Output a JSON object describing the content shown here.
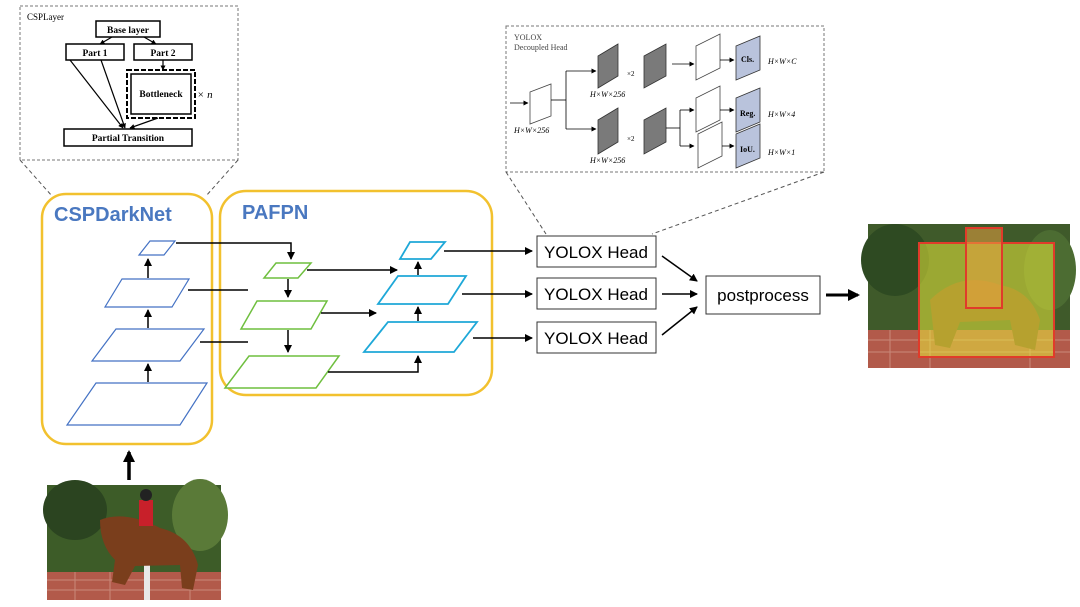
{
  "colors": {
    "backbone_blue": "#4472c4",
    "title_blue": "#4a78c0",
    "pafpn_green": "#6fbf3f",
    "cyan": "#1ea8d8",
    "frame_yellow": "#f2c12e",
    "detect_yellow": "#e8ea3a",
    "detect_red": "#e03b2a"
  },
  "csp": {
    "title": "CSPLayer",
    "base": "Base layer",
    "part1": "Part 1",
    "part2": "Part 2",
    "bottleneck": "Bottleneck",
    "times_n": "× n",
    "transition": "Partial Transition"
  },
  "head_inset": {
    "title_line1": "YOLOX",
    "title_line2": "Decoupled Head",
    "in_dim": "H×W×256",
    "top_dim": "H×W×256",
    "bot_dim": "H×W×256",
    "x2_top": "×2",
    "x2_bot": "×2",
    "cls": "Cls.",
    "reg": "Reg.",
    "iou": "IoU.",
    "cls_dim": "H×W×C",
    "reg_dim": "H×W×4",
    "iou_dim": "H×W×1"
  },
  "backbone": {
    "title": "CSPDarkNet"
  },
  "neck": {
    "title": "PAFPN"
  },
  "heads": [
    "YOLOX Head",
    "YOLOX Head",
    "YOLOX Head"
  ],
  "postprocess": "postprocess",
  "images": {
    "input": "input-photo",
    "output": "output-photo"
  }
}
